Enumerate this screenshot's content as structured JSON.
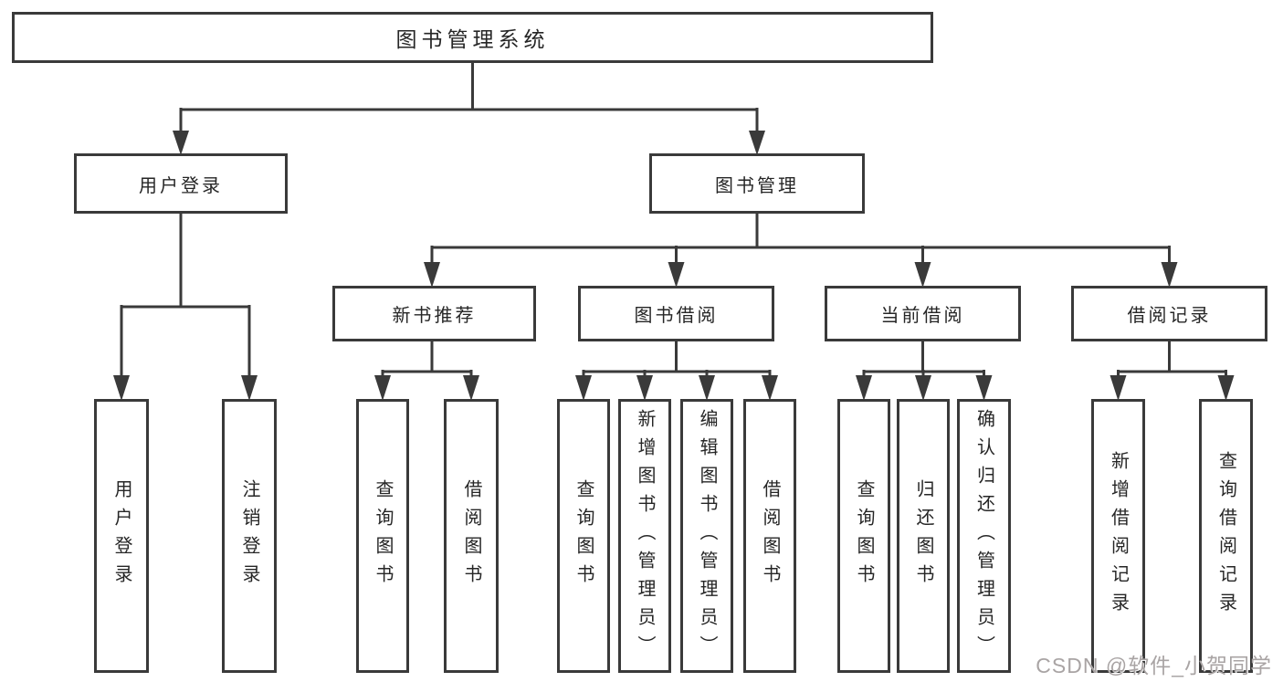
{
  "diagram": {
    "type": "hierarchy",
    "watermark": "CSDN @软件_小贺同学",
    "colors": {
      "line": "#3a3a3a",
      "text": "#262626",
      "background": "#ffffff",
      "watermark": "#a9a4a4"
    },
    "tree": {
      "label": "图书管理系统",
      "children": [
        {
          "label": "用户登录",
          "children": [
            {
              "label": "用户登录"
            },
            {
              "label": "注销登录"
            }
          ]
        },
        {
          "label": "图书管理",
          "children": [
            {
              "label": "新书推荐",
              "children": [
                {
                  "label": "查询图书"
                },
                {
                  "label": "借阅图书"
                }
              ]
            },
            {
              "label": "图书借阅",
              "children": [
                {
                  "label": "查询图书"
                },
                {
                  "label": "新增图书（管理员）"
                },
                {
                  "label": "编辑图书（管理员）"
                },
                {
                  "label": "借阅图书"
                }
              ]
            },
            {
              "label": "当前借阅",
              "children": [
                {
                  "label": "查询图书"
                },
                {
                  "label": "归还图书"
                },
                {
                  "label": "确认归还（管理员）"
                }
              ]
            },
            {
              "label": "借阅记录",
              "children": [
                {
                  "label": "新增借阅记录"
                },
                {
                  "label": "查询借阅记录"
                }
              ]
            }
          ]
        }
      ]
    }
  }
}
